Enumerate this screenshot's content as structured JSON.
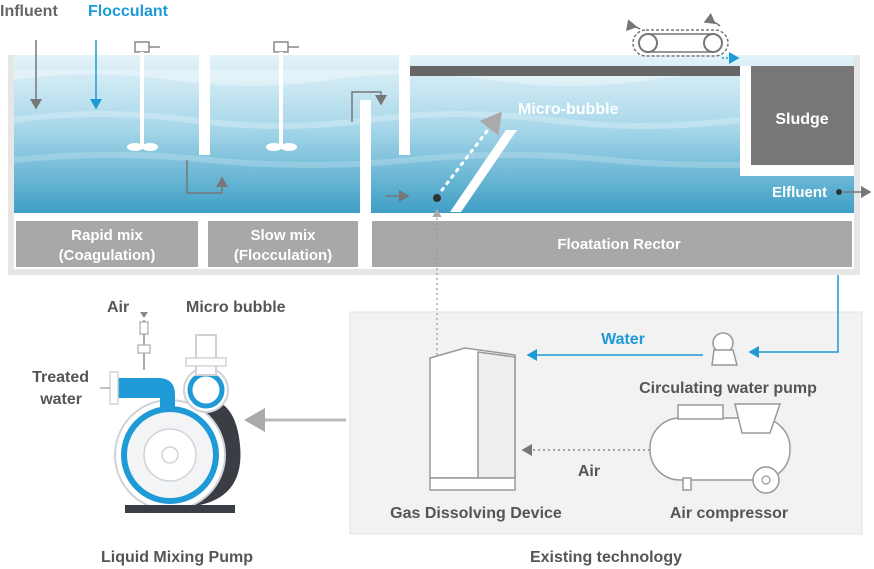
{
  "colors": {
    "accent": "#1e9ad6",
    "water_light": "#d9eef6",
    "water_dark": "#4aa8cc",
    "gray_box": "#a8a8a8",
    "dark_gray": "#6e6e6e",
    "label_gray": "#555555",
    "panel_bg": "#f2f2f2"
  },
  "top_labels": {
    "influent": "Influent",
    "flocculant": "Flocculant"
  },
  "tank": {
    "rapid_mix": "Rapid mix",
    "rapid_mix_sub": "(Coagulation)",
    "slow_mix": "Slow mix",
    "slow_mix_sub": "(Flocculation)",
    "flotation": "Floatation Rector",
    "micro_bubble": "Micro-bubble",
    "sludge": "Sludge",
    "effluent": "Elfluent"
  },
  "pump": {
    "air": "Air",
    "micro_bubble": "Micro bubble",
    "treated_line1": "Treated",
    "treated_line2": "water",
    "caption": "Liquid Mixing Pump"
  },
  "existing": {
    "water": "Water",
    "circ_pump": "Circulating water pump",
    "air": "Air",
    "gas_device": "Gas Dissolving Device",
    "compressor": "Air compressor",
    "caption": "Existing technology"
  }
}
